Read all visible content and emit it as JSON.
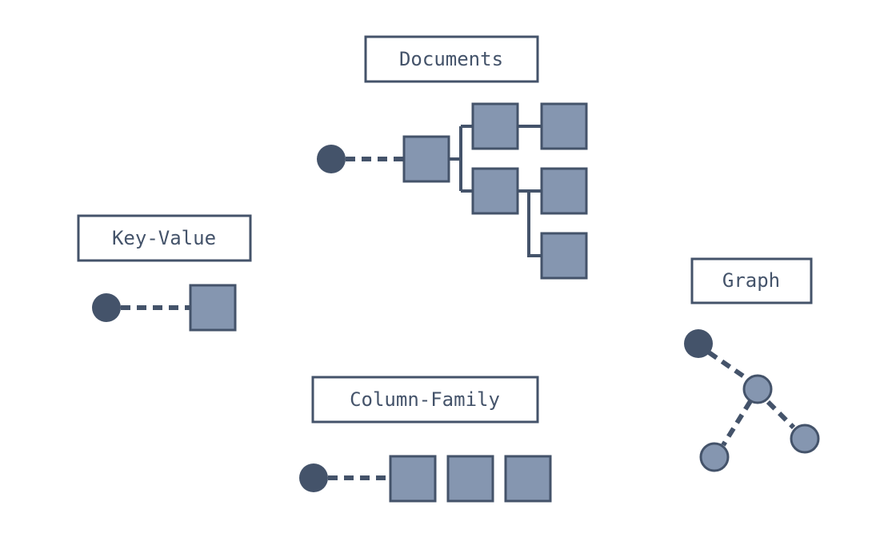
{
  "diagram": {
    "labels": {
      "documents": "Documents",
      "key_value": "Key-Value",
      "column_family": "Column-Family",
      "graph": "Graph"
    },
    "colors": {
      "dark": "#44536a",
      "fill": "#8596b0",
      "background": "#ffffff"
    }
  }
}
